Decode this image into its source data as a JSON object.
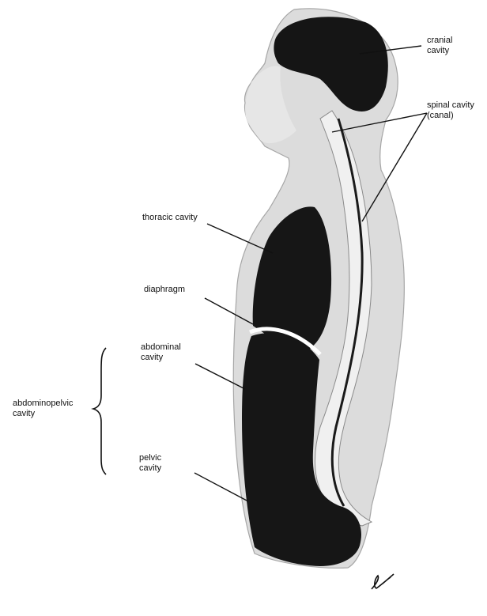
{
  "labels": {
    "cranial": "cranial\ncavity",
    "spinal": "spinal cavity\n(canal)",
    "thoracic": "thoracic cavity",
    "diaphragm": "diaphragm",
    "abdominal": "abdominal\ncavity",
    "abdominopelvic": "abdominopelvic\ncavity",
    "pelvic": "pelvic\ncavity"
  },
  "colors": {
    "cavity": "#161616",
    "skin": "#d8d8d8",
    "outline": "#9a9a9a",
    "spine": "#efefef",
    "leader": "#111111"
  }
}
